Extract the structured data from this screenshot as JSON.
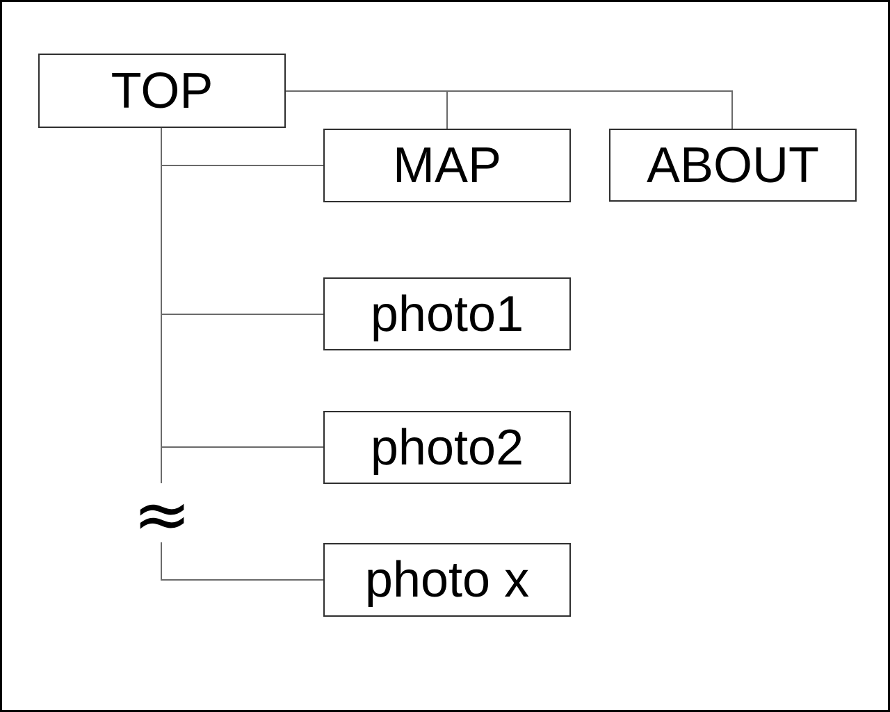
{
  "diagram": {
    "type": "sitemap-tree",
    "nodes": [
      {
        "id": "top",
        "label": "TOP"
      },
      {
        "id": "map",
        "label": "MAP"
      },
      {
        "id": "about",
        "label": "ABOUT"
      },
      {
        "id": "photo1",
        "label": "photo1"
      },
      {
        "id": "photo2",
        "label": "photo2"
      },
      {
        "id": "photo-x",
        "label": "photo x"
      }
    ],
    "break_symbol": "≈",
    "colors": {
      "box_border": "#2f2f2f",
      "connector": "#6a6a6a",
      "outer_border": "#000000",
      "background": "#ffffff",
      "text": "#000000"
    }
  }
}
